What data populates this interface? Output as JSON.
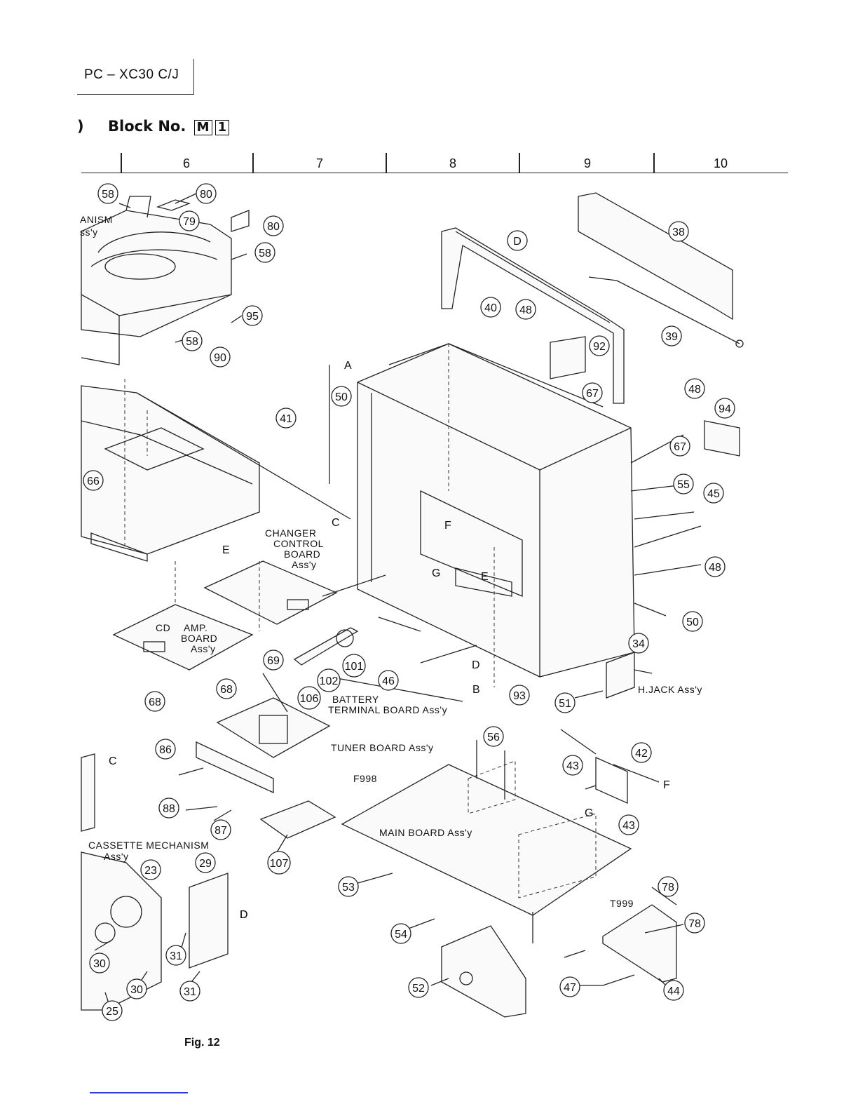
{
  "header": {
    "model": "PC – XC30 C/J",
    "block_prefix": ")",
    "block_label": "Block No.",
    "block_code_1": "M",
    "block_code_2": "1"
  },
  "columns": [
    "6",
    "7",
    "8",
    "9",
    "10"
  ],
  "assembly_labels": [
    "ANISM",
    "ss'y",
    "CHANGER",
    "CONTROL",
    "BOARD",
    "Ass'y",
    "CD",
    "AMP.",
    "BOARD",
    "Ass'y",
    "BATTERY",
    "TERMINAL  BOARD Ass'y",
    "TUNER BOARD Ass'y",
    "F998",
    "MAIN BOARD Ass'y",
    "H.JACK Ass'y",
    "T999",
    "CASSETTE MECHANISM",
    "Ass'y"
  ],
  "reference_letters": [
    "A",
    "C",
    "E",
    "F",
    "G",
    "E",
    "D",
    "B",
    "D",
    "C",
    "D",
    "F",
    "G"
  ],
  "callouts": [
    "58",
    "80",
    "79",
    "80",
    "58",
    "95",
    "58",
    "90",
    "41",
    "50",
    "40",
    "48",
    "92",
    "67",
    "39",
    "38",
    "D",
    "94",
    "48",
    "67",
    "55",
    "45",
    "66",
    "48",
    "50",
    "34",
    "69",
    "101",
    "46",
    "102",
    "68",
    "68",
    "106",
    "93",
    "51",
    "86",
    "56",
    "42",
    "43",
    "88",
    "87",
    "107",
    "43",
    "23",
    "29",
    "53",
    "78",
    "78",
    "54",
    "31",
    "30",
    "30",
    "31",
    "25",
    "52",
    "47",
    "44"
  ],
  "figure": {
    "caption": "Fig. 12"
  }
}
